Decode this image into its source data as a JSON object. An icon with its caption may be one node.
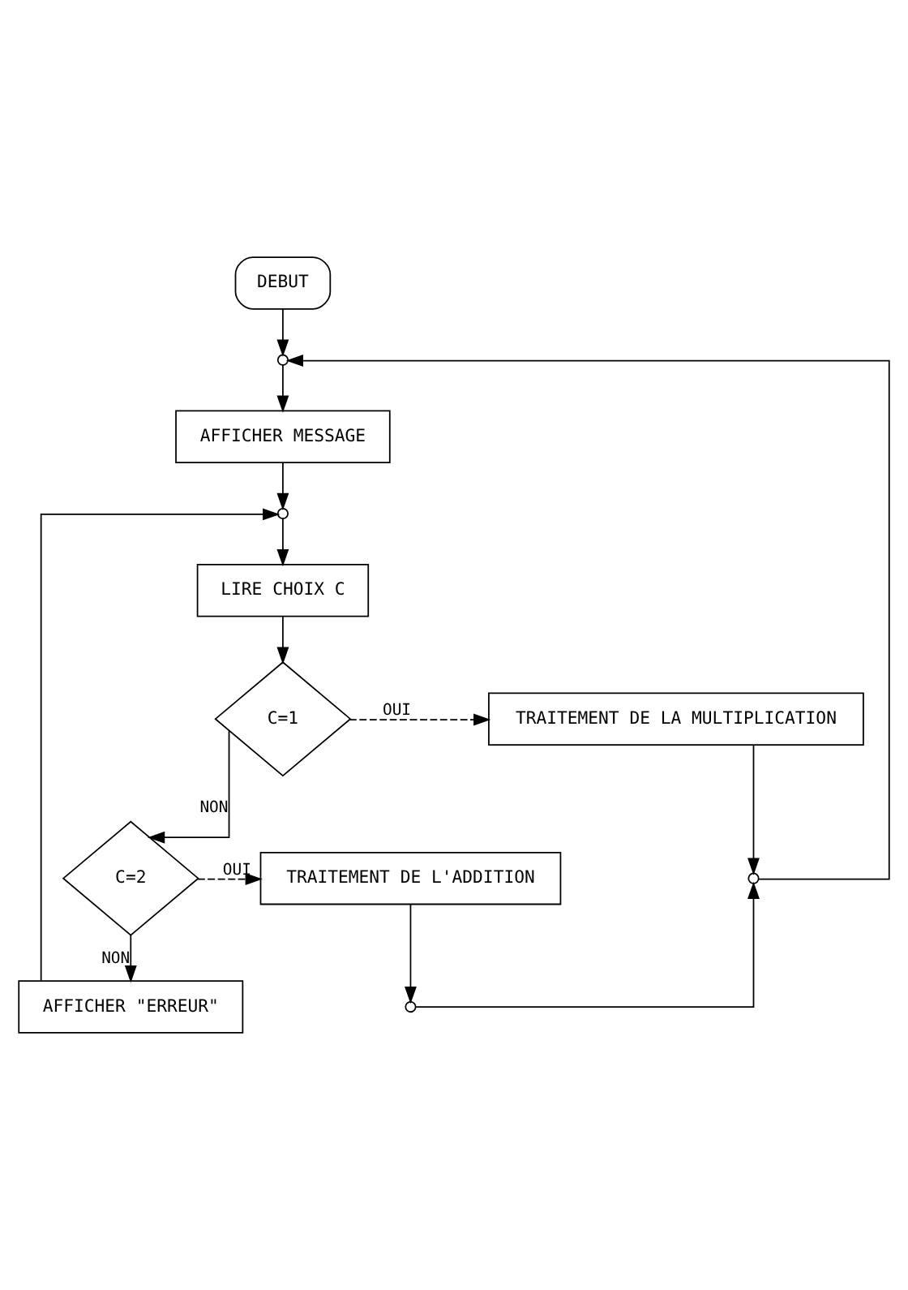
{
  "diagram": {
    "nodes": [
      {
        "text": [
          "DEBUT"
        ]
      },
      {
        "text": [],
        "shape": "circle"
      },
      {
        "text": [
          "AFFICHER MESSAGE"
        ]
      },
      {
        "text": [],
        "shape": "circle"
      },
      {
        "text": [
          "LIRE CHOIX C"
        ]
      },
      {
        "text": [
          "C=1"
        ]
      },
      {
        "text": [
          "TRAITEMENT DE LA MULTIPLICATION"
        ]
      },
      {
        "text": [],
        "shape": "circle"
      },
      {
        "text": [
          "C=2"
        ]
      },
      {
        "text": [
          "TRAITEMENT DE L'ADDITION"
        ]
      },
      {
        "text": [],
        "shape": "circle"
      },
      {
        "text": [
          "AFFICHER \"ERREUR\""
        ]
      }
    ],
    "edges": [
      {
        "from": 0,
        "to": 1,
        "arrow": "to"
      },
      {
        "from": 1,
        "to": 2,
        "arrow": "to"
      },
      {
        "from": 2,
        "to": 3,
        "arrow": "to"
      },
      {
        "from": 3,
        "to": 4,
        "arrow": "to"
      },
      {
        "from": 4,
        "to": 5,
        "arrow": "to"
      },
      {
        "from": 5,
        "to": 6,
        "arrow": "to",
        "label": "OUI",
        "style": "dashed"
      },
      {
        "from": 6,
        "to": 7,
        "arrow": "to"
      },
      {
        "from": 7,
        "to": 1,
        "arrow": "to"
      },
      {
        "from": 5,
        "to": 8,
        "arrow": "to",
        "label": "NON"
      },
      {
        "from": 8,
        "to": 9,
        "arrow": "to",
        "label": "OUI",
        "style": "dashed"
      },
      {
        "from": 9,
        "to": 10,
        "arrow": "to"
      },
      {
        "from": 10,
        "to": 7,
        "arrow": "to"
      },
      {
        "from": 8,
        "to": 11,
        "arrow": "to",
        "label": "NON"
      },
      {
        "from": 11,
        "to": 3,
        "arrow": "to"
      }
    ]
  }
}
